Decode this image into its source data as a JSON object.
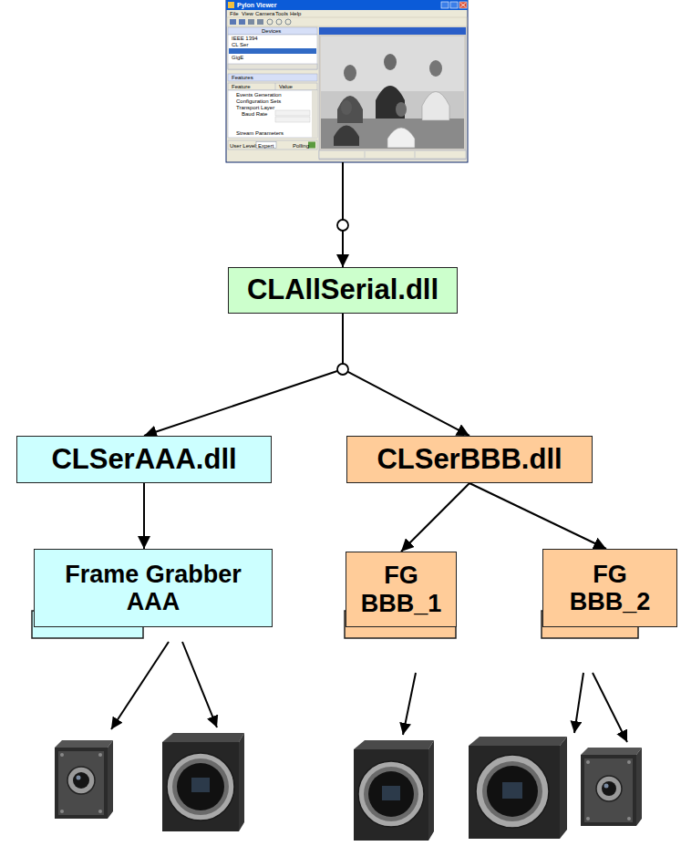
{
  "diagram": {
    "nodes": [
      {
        "text": [
          "Pylon Viewer"
        ]
      },
      {
        "text": [
          "CLAllSerial.dll"
        ]
      },
      {
        "text": [
          "CLSerAAA.dll"
        ]
      },
      {
        "text": [
          "CLSerBBB.dll"
        ]
      },
      {
        "text": [
          "Frame Grabber AAA"
        ]
      },
      {
        "text": [
          "FG BBB_1"
        ]
      },
      {
        "text": [
          "FG BBB_2"
        ]
      }
    ],
    "edges": [
      {
        "from": 0,
        "to": 1,
        "arrow": "to"
      },
      {
        "from": 1,
        "to": 2,
        "arrow": "to"
      },
      {
        "from": 1,
        "to": 3,
        "arrow": "to"
      },
      {
        "from": 2,
        "to": 4,
        "arrow": "to"
      },
      {
        "from": 3,
        "to": 5,
        "arrow": "to"
      },
      {
        "from": 3,
        "to": 6,
        "arrow": "to"
      }
    ],
    "labels": [
      "File",
      "View",
      "Camera",
      "Tools",
      "Help",
      "Devices",
      "IEEE 1394",
      "CL Ser",
      "GigE",
      "Features",
      "Feature",
      "Value",
      "Events Generation",
      "Configuration Sets",
      "Transport Layer",
      "Baud Rate",
      "Stream Parameters",
      "User Level:",
      "Expert",
      "Polling"
    ]
  }
}
